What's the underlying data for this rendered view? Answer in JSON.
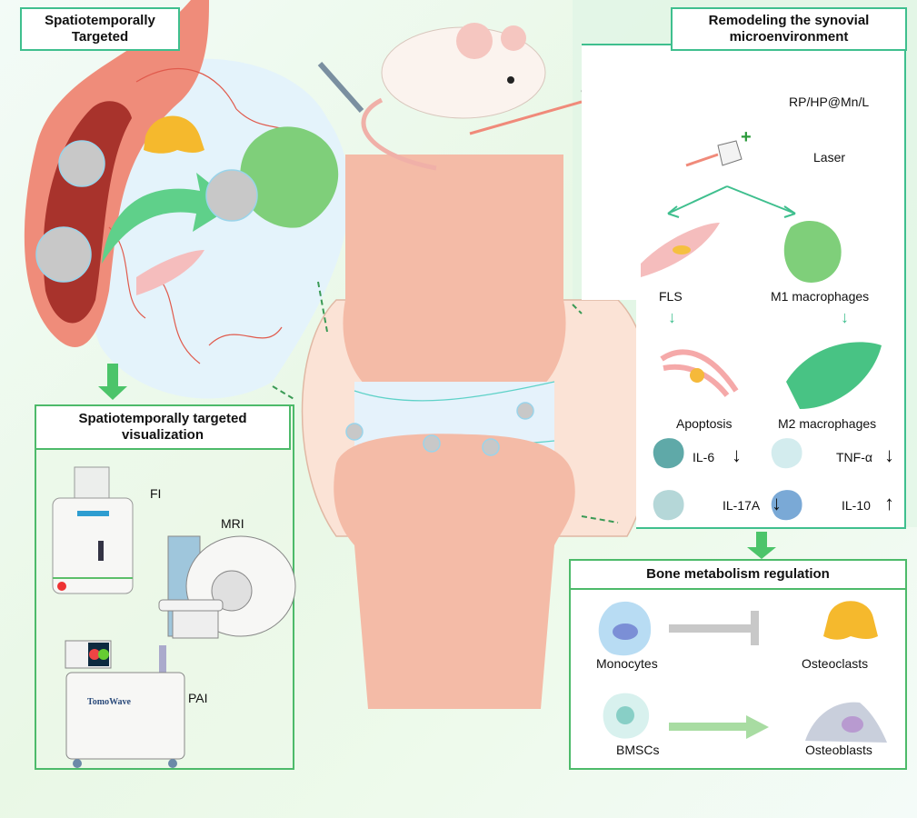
{
  "left_top": {
    "title": "Spatiotemporally Targeted"
  },
  "left_bottom": {
    "title": "Spatiotemporally targeted visualization",
    "devices": [
      {
        "label": "FI"
      },
      {
        "label": "MRI"
      },
      {
        "label": "PAI"
      }
    ],
    "pai_brand": "TomoWave"
  },
  "right_top": {
    "title": "Remodeling the synovial microenvironment",
    "nanoparticle_label": "RP/HP@Mn/L",
    "plus": "+",
    "laser_label": "Laser",
    "branches": [
      {
        "cell": "FLS",
        "outcome": "Apoptosis"
      },
      {
        "cell": "M1 macrophages",
        "outcome": "M2 macrophages"
      }
    ],
    "cytokines": [
      {
        "name": "IL-6",
        "direction": "↓",
        "color": "#5fa9a8"
      },
      {
        "name": "TNF-α",
        "direction": "↓",
        "color": "#d3ecee"
      },
      {
        "name": "IL-17A",
        "direction": "↓",
        "color": "#b5d7d8"
      },
      {
        "name": "IL-10",
        "direction": "↑",
        "color": "#7aa9d6"
      }
    ]
  },
  "right_bottom": {
    "title": "Bone metabolism regulation",
    "rows": [
      {
        "source": "Monocytes",
        "relation": "inhibits",
        "target": "Osteoclasts"
      },
      {
        "source": "BMSCs",
        "relation": "promotes",
        "target": "Osteoblasts"
      }
    ]
  },
  "colors": {
    "frame_teal": "#3fbf8e",
    "frame_green": "#4dba6a",
    "bone": "#f2b9a4",
    "vessel": "#c0453a",
    "macrophage": "#7fcf7a",
    "osteoclast": "#f5b92d"
  }
}
